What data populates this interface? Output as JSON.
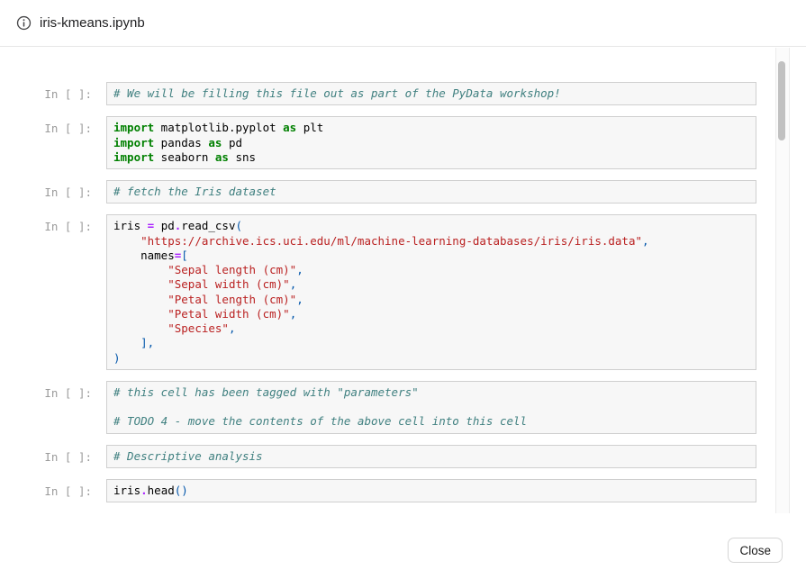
{
  "header": {
    "title": "iris-kmeans.ipynb"
  },
  "footer": {
    "close_label": "Close"
  },
  "syntax_colors": {
    "comment": "#408080",
    "keyword": "#008000",
    "operator": "#AA22FF",
    "string": "#BA2121",
    "punct": "#0055AA",
    "name": "#000000",
    "cell-bg": "#f7f7f7",
    "cell-border": "#cfcfcf",
    "prompt": "#9b9b9b"
  },
  "notebook": {
    "prompt_label": "In [ ]:",
    "cells": [
      {
        "lines": [
          [
            [
              "c",
              "# We will be filling this file out as part of the PyData workshop!"
            ]
          ]
        ]
      },
      {
        "lines": [
          [
            [
              "k",
              "import"
            ],
            [
              "n",
              " matplotlib.pyplot "
            ],
            [
              "k",
              "as"
            ],
            [
              "n",
              " plt"
            ]
          ],
          [
            [
              "k",
              "import"
            ],
            [
              "n",
              " pandas "
            ],
            [
              "k",
              "as"
            ],
            [
              "n",
              " pd"
            ]
          ],
          [
            [
              "k",
              "import"
            ],
            [
              "n",
              " seaborn "
            ],
            [
              "k",
              "as"
            ],
            [
              "n",
              " sns"
            ]
          ]
        ]
      },
      {
        "lines": [
          [
            [
              "c",
              "# fetch the Iris dataset"
            ]
          ]
        ]
      },
      {
        "lines": [
          [
            [
              "n",
              "iris "
            ],
            [
              "o",
              "="
            ],
            [
              "n",
              " pd"
            ],
            [
              "o",
              "."
            ],
            [
              "n",
              "read_csv"
            ],
            [
              "p",
              "("
            ]
          ],
          [
            [
              "n",
              "    "
            ],
            [
              "s",
              "\"https://archive.ics.uci.edu/ml/machine-learning-databases/iris/iris.data\""
            ],
            [
              "p",
              ","
            ]
          ],
          [
            [
              "n",
              "    names"
            ],
            [
              "o",
              "="
            ],
            [
              "p",
              "["
            ]
          ],
          [
            [
              "n",
              "        "
            ],
            [
              "s",
              "\"Sepal length (cm)\""
            ],
            [
              "p",
              ","
            ]
          ],
          [
            [
              "n",
              "        "
            ],
            [
              "s",
              "\"Sepal width (cm)\""
            ],
            [
              "p",
              ","
            ]
          ],
          [
            [
              "n",
              "        "
            ],
            [
              "s",
              "\"Petal length (cm)\""
            ],
            [
              "p",
              ","
            ]
          ],
          [
            [
              "n",
              "        "
            ],
            [
              "s",
              "\"Petal width (cm)\""
            ],
            [
              "p",
              ","
            ]
          ],
          [
            [
              "n",
              "        "
            ],
            [
              "s",
              "\"Species\""
            ],
            [
              "p",
              ","
            ]
          ],
          [
            [
              "n",
              "    "
            ],
            [
              "p",
              "],"
            ]
          ],
          [
            [
              "p",
              ")"
            ]
          ]
        ]
      },
      {
        "lines": [
          [
            [
              "c",
              "# this cell has been tagged with \"parameters\""
            ]
          ],
          [],
          [
            [
              "c",
              "# TODO 4 - move the contents of the above cell into this cell"
            ]
          ]
        ]
      },
      {
        "lines": [
          [
            [
              "c",
              "# Descriptive analysis"
            ]
          ]
        ]
      },
      {
        "lines": [
          [
            [
              "n",
              "iris"
            ],
            [
              "o",
              "."
            ],
            [
              "n",
              "head"
            ],
            [
              "p",
              "()"
            ]
          ]
        ]
      }
    ]
  }
}
